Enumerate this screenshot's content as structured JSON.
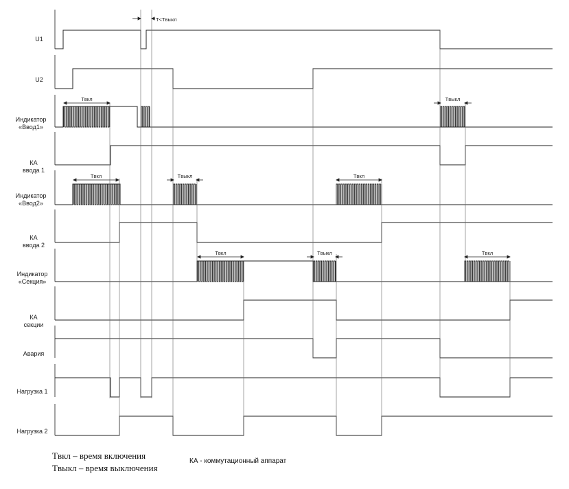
{
  "diagram": {
    "top_note": "T<Tвыкл",
    "rows": [
      {
        "id": "u1",
        "label": "U1"
      },
      {
        "id": "u2",
        "label": "U2"
      },
      {
        "id": "ind1",
        "label": "Индикатор\n«Ввод1»"
      },
      {
        "id": "ka1",
        "label": "КА\nввода 1"
      },
      {
        "id": "ind2",
        "label": "Индикатор\n«Ввод2»"
      },
      {
        "id": "ka2",
        "label": "КА\nввода 2"
      },
      {
        "id": "ind_sec",
        "label": "Индикатор\n«Секция»"
      },
      {
        "id": "ka_sec",
        "label": "КА\nсекции"
      },
      {
        "id": "alarm",
        "label": "Авария"
      },
      {
        "id": "load1",
        "label": "Нагрузка 1"
      },
      {
        "id": "load2",
        "label": "Нагрузка 2"
      }
    ],
    "interval_labels": {
      "on": "Tвкл",
      "off": "Tвыкл"
    },
    "legend": {
      "on_def": "Tвкл – время включения",
      "off_def": "Tвыкл – время выключения",
      "ka_def": "КА - коммутационный аппарат"
    }
  }
}
